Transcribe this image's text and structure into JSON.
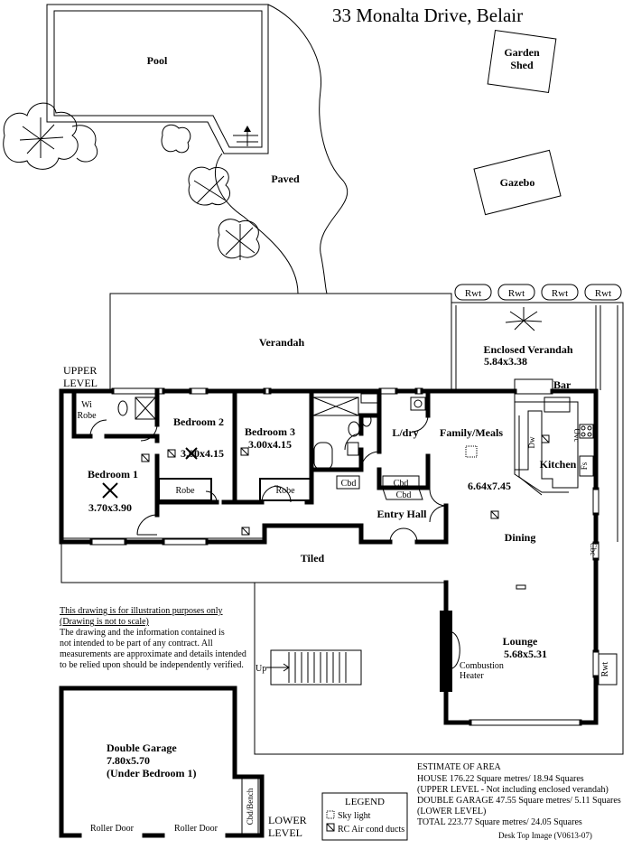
{
  "title": "33 Monalta Drive,  Belair",
  "outdoor": {
    "pool": "Pool",
    "garden_shed_1": "Garden",
    "garden_shed_2": "Shed",
    "gazebo": "Gazebo",
    "paved": "Paved",
    "rwt": [
      "Rwt",
      "Rwt",
      "Rwt",
      "Rwt"
    ]
  },
  "upper_level": {
    "label_1": "UPPER",
    "label_2": "LEVEL",
    "verandah": "Verandah",
    "enclosed_verandah": "Enclosed Verandah",
    "enclosed_verandah_size": "5.84x3.38",
    "bar": "Bar",
    "wi_robe_1": "Wi",
    "wi_robe_2": "Robe",
    "bedroom2": "Bedroom 2",
    "bedroom2_size": "3.00x4.15",
    "bedroom3": "Bedroom 3",
    "bedroom3_size": "3.00x4.15",
    "ldry": "L/dry",
    "family_meals": "Family/Meals",
    "bedroom1": "Bedroom 1",
    "bedroom1_size": "3.70x3.90",
    "robe_a": "Robe",
    "robe_b": "Robe",
    "cbd_1": "Cbd",
    "cbd_2": "Cbd",
    "cbd_3": "Cbd",
    "kitchen": "Kitchen",
    "dw": "Dw",
    "ovc": "Ovc",
    "fs": "Fs",
    "family_size": "6.64x7.45",
    "entry_hall": "Entry Hall",
    "dining": "Dining",
    "cbc": "Cbc",
    "tiled": "Tiled",
    "lounge": "Lounge",
    "lounge_size": "5.68x5.31",
    "rwt_side": "Rwt",
    "heater_1": "Combustion",
    "heater_2": "Heater",
    "up": "Up"
  },
  "disclaimer": {
    "line1": "This drawing is for illustration purposes only",
    "line2": "(Drawing is not to scale)",
    "line3": "The drawing and the information contained is",
    "line4": "not intended to be part of any contract.  All",
    "line5": "measurements are approximate and details intended",
    "line6": "to be relied upon should be independently verified."
  },
  "garage": {
    "name": "Double Garage",
    "size": "7.80x5.70",
    "note": "(Under Bedroom 1)",
    "cbd_bench": "Cbd/Bench",
    "roller_1": "Roller Door",
    "roller_2": "Roller Door",
    "lower_1": "LOWER",
    "lower_2": "LEVEL"
  },
  "legend": {
    "title": "LEGEND",
    "sky": "Sky light",
    "rc": "RC Air cond ducts"
  },
  "estimate": {
    "title": "ESTIMATE OF AREA",
    "house": "HOUSE  176.22 Square metres/ 18.94 Squares",
    "upper": "(UPPER LEVEL - Not including enclosed verandah)",
    "garage": "DOUBLE GARAGE  47.55 Square metres/ 5.11 Squares",
    "lower": "(LOWER LEVEL)",
    "total": "TOTAL  223.77 Square metres/ 24.05 Squares",
    "credit": "Desk Top Image  (V0613-07)"
  }
}
